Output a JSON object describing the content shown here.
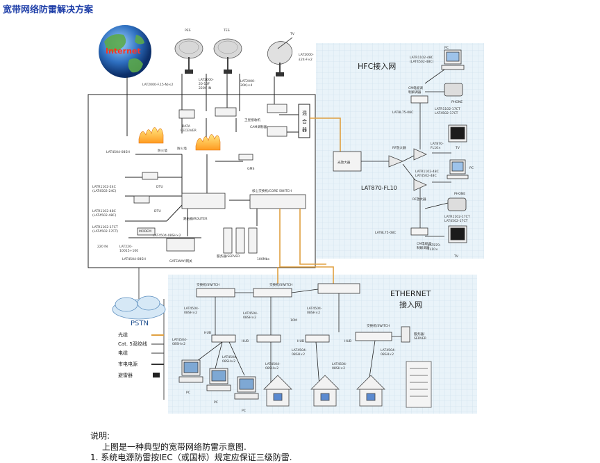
{
  "title": "宽带网络防雷解决方案",
  "globe_label": "Internet",
  "dish_labels": [
    "PES",
    "TES",
    "TV"
  ],
  "sat_labels": {
    "lat_f": "LAT2000-F.15-N)×2",
    "lat_a": "LAT2000-\n20-10F\n220V IN",
    "lat_b": "LAT2000-\n20K)×4",
    "lat_tv": "LAT2000-\n£24-F×2"
  },
  "hub_labels": {
    "data_receiver": "DATA\nRECEIVER",
    "sat_receiver": "卫星接收机",
    "cam_modem": "CAM调制器",
    "mixer": "混合器",
    "firewall1": "防火墙",
    "firewall2": "防火墙",
    "lat_firewall": "LAT4504-08SH",
    "gms": "GMS",
    "dtu1": "DTU",
    "dtu2": "DTU",
    "lat_dtu1": "LATR1102-24C\n(LAT4502-24C)",
    "lat_dtu2": "LATR1102-48C\n(LAT4502-48C)",
    "lat_modem": "LATR1102-17CT\n(LAT4502-17CT)",
    "modem": "MODEM",
    "router": "路由器/ROUTER",
    "core_switch": "核心交换机/CORE SWITCH",
    "lat_gateway1": "LAT4504-08SH×2",
    "lat_220": "220 IN",
    "lat_220b": "LAT220-\n10015+100",
    "lat_gateway2": "LAT4504-08SH",
    "gateway": "GATEWAY/网关",
    "server": "服务器/SERVER",
    "speed": "100Mbs"
  },
  "hfc": {
    "title": "HFC接入网",
    "pc_top": "PC",
    "lat_top": "LATR1102-48C\n(LAT4502-48C)",
    "cm_top": "CM电缆调\n制解调器",
    "phone_top": "PHONE",
    "lat_phone_top": "LATR1102-17CT\nLAT4502-17CT",
    "lat_rf_top": "LAT8L75-08C",
    "rf_amp_top": "RF放大器",
    "lat_fl_top": "LAT870-\nFL10×",
    "tv_top": "TV",
    "optical": "光放大器",
    "lat_pc_mid": "LATR1102-48C\nLAT4502-48C",
    "pc_mid": "PC",
    "lat_870": "LAT870-FL10",
    "rf_amp_bot": "RF放大器",
    "phone_bot": "PHONE",
    "lat_phone_bot": "LATR1102-17CT\nLAT4502-17CT",
    "lat_rf_bot": "LAT8L75-08C",
    "cm_bot": "CM电缆调\n制解调器",
    "lat_fl_bot": "LAT870-\nFL10×",
    "tv_bot": "TV"
  },
  "ethernet": {
    "title1": "ETHERNET",
    "title2": "接入网",
    "switch1": "交换机/SWITCH",
    "switch2": "交换机/SWITCH",
    "switch3": "交换机/SWITCH",
    "lat_e1": "LAT4504-\n08SH×2",
    "lat_e2": "LAT4504-\n08SH×2",
    "lat_e3": "LAT4504-\n08SH×2",
    "speed": "10M",
    "hub1": "HUB",
    "hub2": "HUB",
    "hub3": "HUB",
    "hub4": "HUB",
    "lat_e4": "LAT4504-\n08SH×2",
    "lat_e5": "LAT4504-\n08SH×2",
    "lat_e6": "LAT4504-\n08SH×2",
    "lat_e7": "LAT4504-\n08SH×2",
    "lat_e8": "LAT4504-\n08SH×2",
    "lat_e9": "LAT4504-\n08SH×2",
    "server_e": "服务器/\nSERVER",
    "pc1": "PC",
    "pc2": "PC",
    "pc3": "PC"
  },
  "pstn": "PSTN",
  "legend": [
    {
      "label": "光缆",
      "color": "#e0a040"
    },
    {
      "label": "Cat. 5双绞线",
      "color": "#333333"
    },
    {
      "label": "电缆",
      "color": "#333333"
    },
    {
      "label": "市电电源",
      "color": "#333333"
    },
    {
      "label": "避雷器",
      "color": "#333333"
    }
  ],
  "notes": {
    "heading": "说明:",
    "line1": "上图是一种典型的宽带网络防雷示意图.",
    "line2": "1. 系统电源防雷按IEC（或国标）规定应保证三级防雷."
  },
  "colors": {
    "title": "#1f3fa8",
    "fiber": "#e0a040",
    "grid_bg": "#e8f2f8",
    "grid_line": "#c7dbe8"
  }
}
